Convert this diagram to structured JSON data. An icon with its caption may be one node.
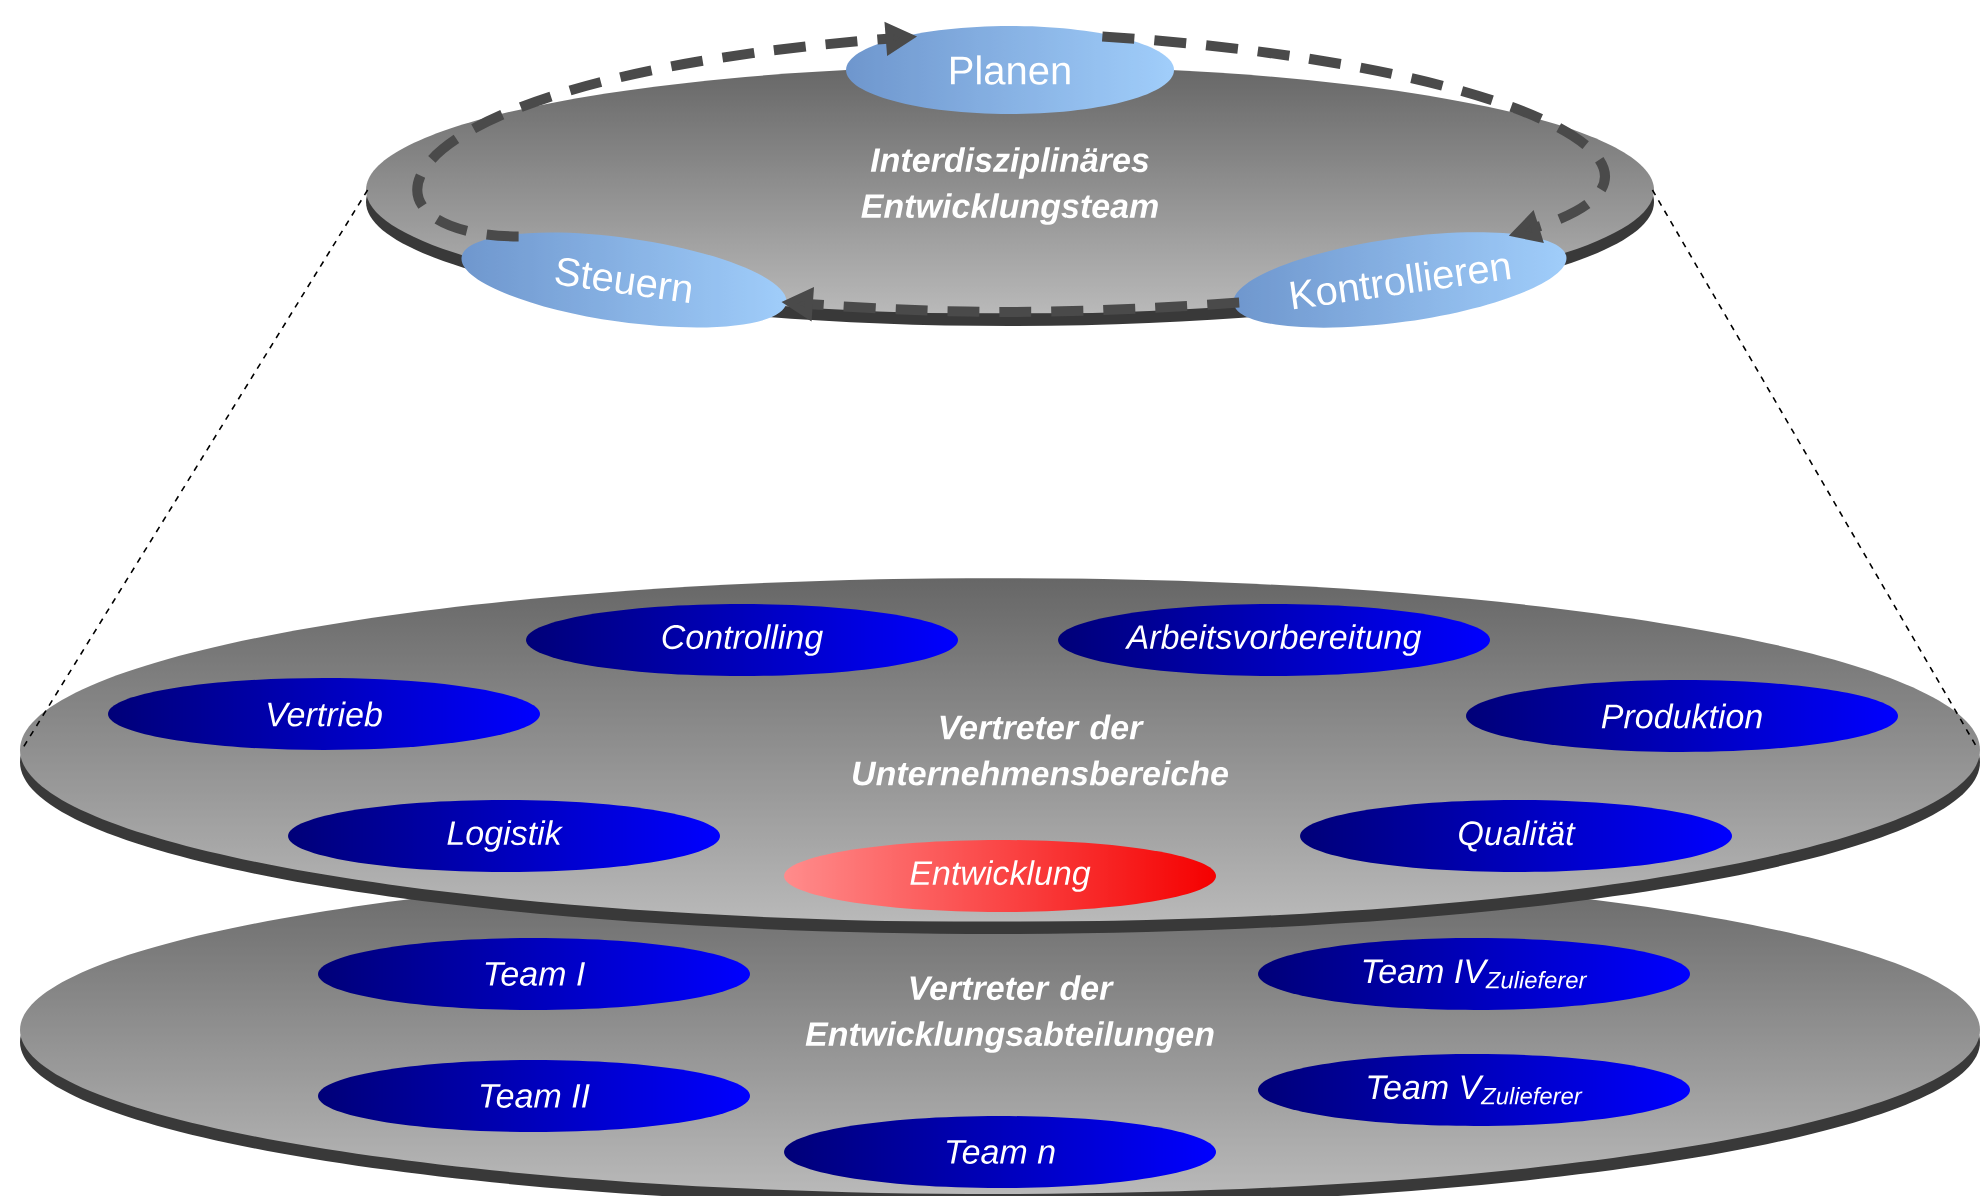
{
  "diagram": {
    "nodes": [
      {
        "text": [
          "Interdisziplinäres Entwicklungsteam"
        ]
      },
      {
        "text": [
          "Planen"
        ]
      },
      {
        "text": [
          "Kontrollieren"
        ],
        "in": 0
      },
      {
        "text": [
          "Steuern"
        ],
        "in": 0
      },
      {
        "text": [
          "Vertreter der Unternehmensbereiche"
        ]
      },
      {
        "text": [
          "Controlling"
        ],
        "in": 4
      },
      {
        "text": [
          "Arbeitsvorbereitung"
        ],
        "in": 4
      },
      {
        "text": [
          "Vertrieb"
        ],
        "in": 4
      },
      {
        "text": [
          "Produktion"
        ],
        "in": 4
      },
      {
        "text": [
          "Logistik"
        ],
        "in": 4
      },
      {
        "text": [
          "Qualität"
        ],
        "in": 4
      },
      {
        "text": [
          "Entwicklung"
        ],
        "in": 4
      },
      {
        "text": [
          "Vertreter der Entwicklungsabteilungen"
        ]
      },
      {
        "text": [
          "Team I"
        ],
        "in": 12
      },
      {
        "text": [
          "\\textit{Team IV}_{\\textit{Zulieferer}}"
        ],
        "in": 12
      },
      {
        "text": [
          "Team II"
        ],
        "in": 12
      },
      {
        "text": [
          "\\textit{Team V}_{\\textit{Zulieferer}}"
        ],
        "in": 12
      },
      {
        "text": [
          "Team n"
        ],
        "in": 12
      }
    ],
    "edges": [
      {
        "from": 1,
        "to": 2,
        "arrow": "to"
      },
      {
        "from": 2,
        "to": 3,
        "arrow": "to"
      },
      {
        "from": 3,
        "to": 1,
        "arrow": "to"
      },
      {
        "from": 0,
        "to": 4,
        "arrow": "none",
        "style": "dashed",
        "color": "#000000"
      },
      {
        "from": 0,
        "to": 4,
        "arrow": "none",
        "style": "dashed",
        "color": "#000000"
      }
    ]
  }
}
